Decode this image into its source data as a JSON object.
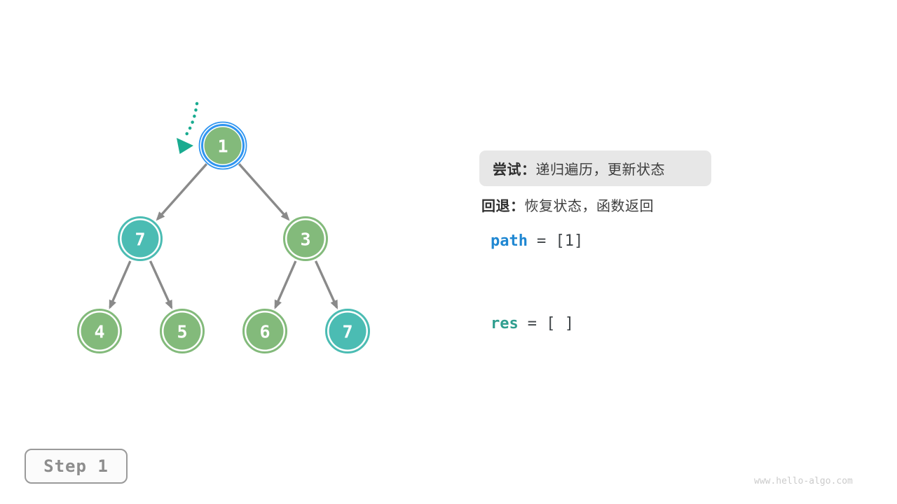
{
  "palette": {
    "node_green": "#83ba7b",
    "node_teal": "#4bbcb3",
    "highlight_blue": "#3095f0",
    "edge_gray": "#8a8a8a",
    "pointer_teal": "#19ab90",
    "node_text": "#ffffff",
    "pill_bg": "#e7e7e7",
    "text_dark": "#3d3d3d",
    "code_gray": "#3e4347",
    "path_blue": "#1f87d2",
    "res_teal": "#2f9e8f",
    "step_gray": "#8d8d8d",
    "watermark_gray": "#cbcbcb"
  },
  "tree": {
    "nodes": [
      {
        "value": "1",
        "fill": "#83ba7b",
        "ring": "#3095f0",
        "highlighted": true
      },
      {
        "value": "7",
        "fill": "#4bbcb3",
        "ring": "#4bbcb3"
      },
      {
        "value": "3",
        "fill": "#83ba7b",
        "ring": "#83ba7b"
      },
      {
        "value": "4",
        "fill": "#83ba7b",
        "ring": "#83ba7b"
      },
      {
        "value": "5",
        "fill": "#83ba7b",
        "ring": "#83ba7b"
      },
      {
        "value": "6",
        "fill": "#83ba7b",
        "ring": "#83ba7b"
      },
      {
        "value": "7",
        "fill": "#4bbcb3",
        "ring": "#4bbcb3"
      }
    ]
  },
  "legend": {
    "try_label": "尝试：",
    "try_text": "递归遍历，更新状态",
    "back_label": "回退：",
    "back_text": "恢复状态，函数返回"
  },
  "variables": {
    "path": {
      "name": "path",
      "value": "= [1]"
    },
    "res": {
      "name": "res",
      "value": "= [ ]"
    }
  },
  "step_label": "Step 1",
  "watermark": "www.hello-algo.com"
}
